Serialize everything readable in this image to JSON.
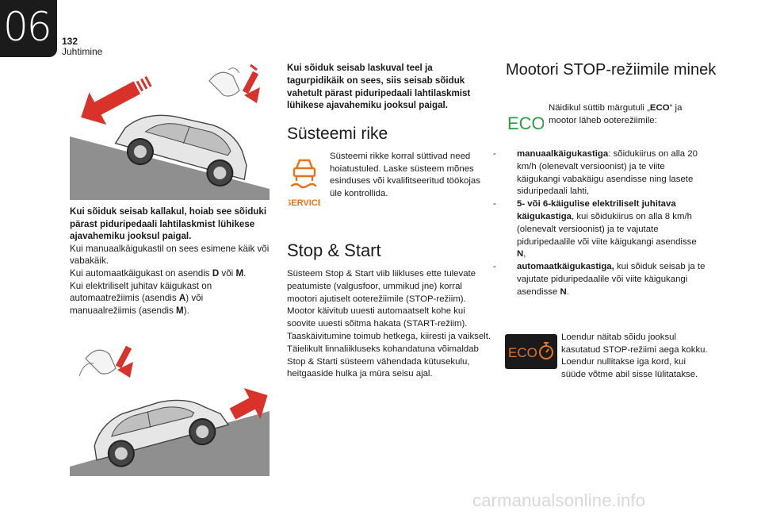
{
  "header": {
    "chapter": "06",
    "page_number": "132",
    "section": "Juhtimine"
  },
  "colors": {
    "accent_red": "#d9322b",
    "eco_green": "#2e9e3f",
    "warning_orange": "#e8731e",
    "tab_black": "#1b1b1b"
  },
  "col1": {
    "heading": "Kui sõiduk seisab kallakul, hoiab see sõiduki pärast piduripedaali lahtilaskmist lühikese ajavahemiku jooksul paigal.",
    "lines": [
      {
        "parts": [
          {
            "t": "Kui manuaalkäigukastil on sees esimene käik või vabakäik.",
            "b": false
          }
        ]
      },
      {
        "parts": [
          {
            "t": "Kui automaatkäigukast on asendis ",
            "b": false
          },
          {
            "t": "D",
            "b": true
          },
          {
            "t": " või ",
            "b": false
          },
          {
            "t": "M",
            "b": true
          },
          {
            "t": ".",
            "b": false
          }
        ]
      },
      {
        "parts": [
          {
            "t": "Kui elektriliselt juhitav käigukast on automaatrežiimis (asendis ",
            "b": false
          },
          {
            "t": "A",
            "b": true
          },
          {
            "t": ") või manuaalrežiimis (asendis ",
            "b": false
          },
          {
            "t": "M",
            "b": true
          },
          {
            "t": ").",
            "b": false
          }
        ]
      }
    ]
  },
  "col2": {
    "intro": "Kui sõiduk seisab laskuval teel ja tagurpidikäik on sees, siis seisab sõiduk vahetult pärast piduripedaali lahtilaskmist lühikese ajavahemiku jooksul paigal.",
    "fault_title": "Süsteemi rike",
    "fault_icon_label": "SERVICE",
    "fault_text": "Süsteemi rikke korral süttivad need hoiatustuled. Laske süsteem mõnes esinduses või kvalifitseeritud töökojas üle kontrollida.",
    "stopstart_title": "Stop & Start",
    "stopstart_paragraphs": [
      "Süsteem Stop & Start viib liikluses ette tulevate peatumiste (valgusfoor, ummikud jne) korral mootori ajutiselt ooterežiimile (STOP-režiim). Mootor käivitub uuesti automaatselt kohe kui soovite uuesti sõitma hakata (START-režiim). Taaskäivitumine toimub hetkega, kiiresti ja vaikselt.",
      "Täielikult linnaliikluseks kohandatuna võimaldab Stop & Starti süsteem vähendada kütusekulu, heitgaaside hulka ja mūra seisu ajal."
    ]
  },
  "col3": {
    "title": "Mootori STOP-režiimile minek",
    "eco_icon_label": "ECO",
    "eco_text_parts": [
      {
        "t": "Näidikul süttib märgutuli „",
        "b": false
      },
      {
        "t": "ECO",
        "b": true
      },
      {
        "t": "“ ja mootor läheb ooterežiimile:",
        "b": false
      }
    ],
    "list": [
      {
        "dash": "-",
        "parts": [
          {
            "t": "manuaalkäigukastiga",
            "b": true
          },
          {
            "t": ": sõidukiirus on alla 20 km/h (olenevalt versioonist) ja te viite käigukangi vabakäigu asendisse ning lasete siduripedaali lahti,",
            "b": false
          }
        ]
      },
      {
        "dash": "-",
        "parts": [
          {
            "t": "5- või 6-käigulise elektriliselt juhitava käigukastiga",
            "b": true
          },
          {
            "t": ", kui sõidukiirus on alla 8 km/h (olenevalt versioonist) ja te vajutate piduripedaalile või viite käigukangi asendisse ",
            "b": false
          },
          {
            "t": "N",
            "b": true
          },
          {
            "t": ",",
            "b": false
          }
        ]
      },
      {
        "dash": "-",
        "parts": [
          {
            "t": "automaatkäigukastiga,",
            "b": true
          },
          {
            "t": " kui sõiduk seisab ja te vajutate piduripedaalile või viite käigukangi asendisse ",
            "b": false
          },
          {
            "t": "N",
            "b": true
          },
          {
            "t": ".",
            "b": false
          }
        ]
      }
    ],
    "counter_icon_label": "ECO",
    "counter_text": "Loendur näitab sõidu jooksul kasutatud STOP-režiimi aega kokku. Loendur nullitakse iga kord, kui süüde võtme abil sisse lülitatakse."
  },
  "watermark": "carmanualsonline.info"
}
